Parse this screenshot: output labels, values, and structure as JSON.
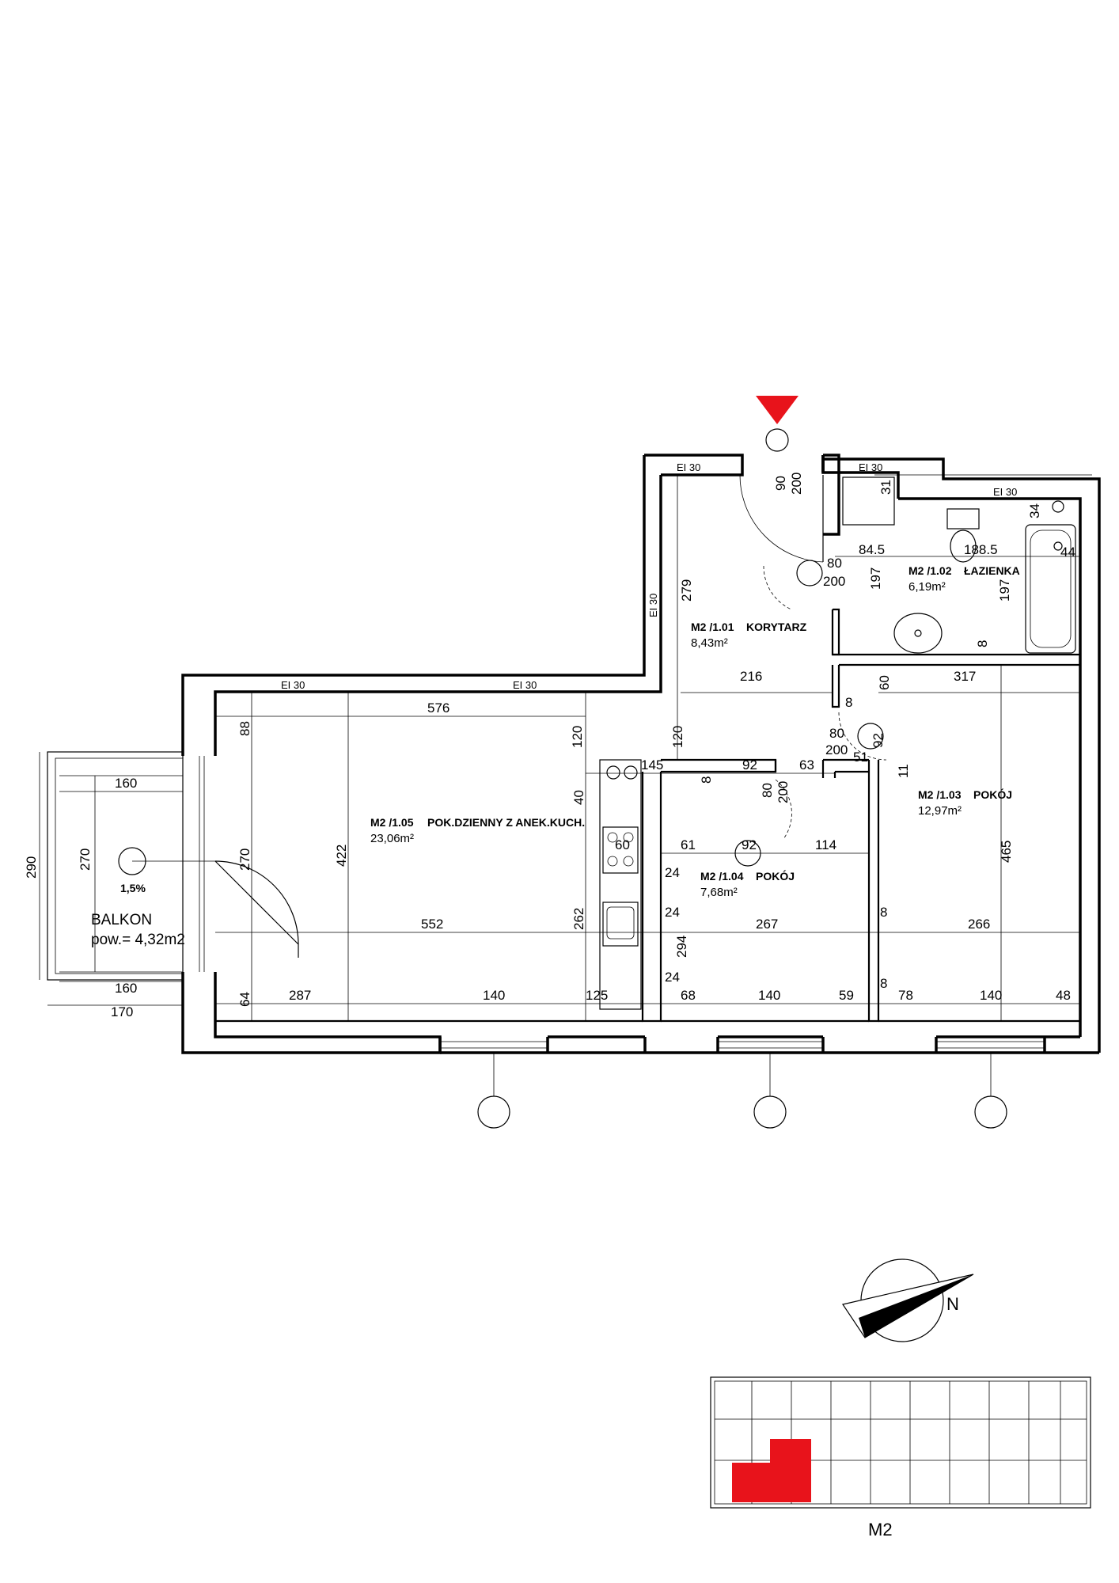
{
  "plan": {
    "ei_label": "EI 30",
    "rooms": [
      {
        "id": "M2 /1.01",
        "name": "KORYTARZ",
        "area": "8,43m²"
      },
      {
        "id": "M2 /1.02",
        "name": "ŁAZIENKA",
        "area": "6,19m²"
      },
      {
        "id": "M2 /1.03",
        "name": "POKÓJ",
        "area": "12,97m²"
      },
      {
        "id": "M2 /1.04",
        "name": "POKÓJ",
        "area": "7,68m²"
      },
      {
        "id": "M2 /1.05",
        "name": "POK.DZIENNY Z ANEK.KUCH.",
        "area": "23,06m²"
      }
    ],
    "balcony": {
      "name": "BALKON",
      "area": "pow.= 4,32m2",
      "slope": "1,5%"
    },
    "dimensions": {
      "entry_door_w": "90",
      "entry_door_h": "200",
      "door_corr_w": "80",
      "door_corr_h": "200",
      "corr_left_height": "279",
      "corr_width": "216",
      "bath_w1": "84.5",
      "bath_w2": "188.5",
      "bath_h_left": "197",
      "bath_h_right": "197",
      "bath_top": "31",
      "bath_tub_top": "34",
      "bath_tub_side": "44",
      "bath_wall_8": "8",
      "room103_width": "317",
      "room103_top_60": "60",
      "room103_height": "465",
      "wall_8a": "8",
      "wall_8b": "8",
      "wall_8c": "8",
      "wall_8d": "8",
      "door_room103_w": "80",
      "door_room103_h": "200",
      "dim_92a": "92",
      "dim_51": "51",
      "dim_11": "11",
      "living_top_w": "576",
      "living_88": "88",
      "living_height": "422",
      "living_120a": "120",
      "living_120b": "120",
      "living_40": "40",
      "living_145": "145",
      "living_92": "92",
      "living_63": "63",
      "door_room104_w": "80",
      "door_room104_h": "200",
      "kitchen_60": "60",
      "room104_61": "61",
      "room104_92": "92",
      "room104_114": "114",
      "dim_24a": "24",
      "dim_24b": "24",
      "dim_24c": "24",
      "dim_294": "294",
      "living_width": "552",
      "living_262": "262",
      "room104_width": "267",
      "room103_width_b": "266",
      "living_270": "270",
      "living_64": "64",
      "living_287": "287",
      "win1": "140",
      "living_125": "125",
      "room104_68": "68",
      "win2": "140",
      "room104_59": "59",
      "room103_78": "78",
      "win3": "140",
      "room103_48": "48",
      "balcony_160a": "160",
      "balcony_270": "270",
      "balcony_290": "290",
      "balcony_160b": "160",
      "balcony_170": "170"
    },
    "north": "N",
    "key_plan_label": "M2"
  },
  "colors": {
    "highlight": "#e8131b",
    "line": "#000000"
  }
}
